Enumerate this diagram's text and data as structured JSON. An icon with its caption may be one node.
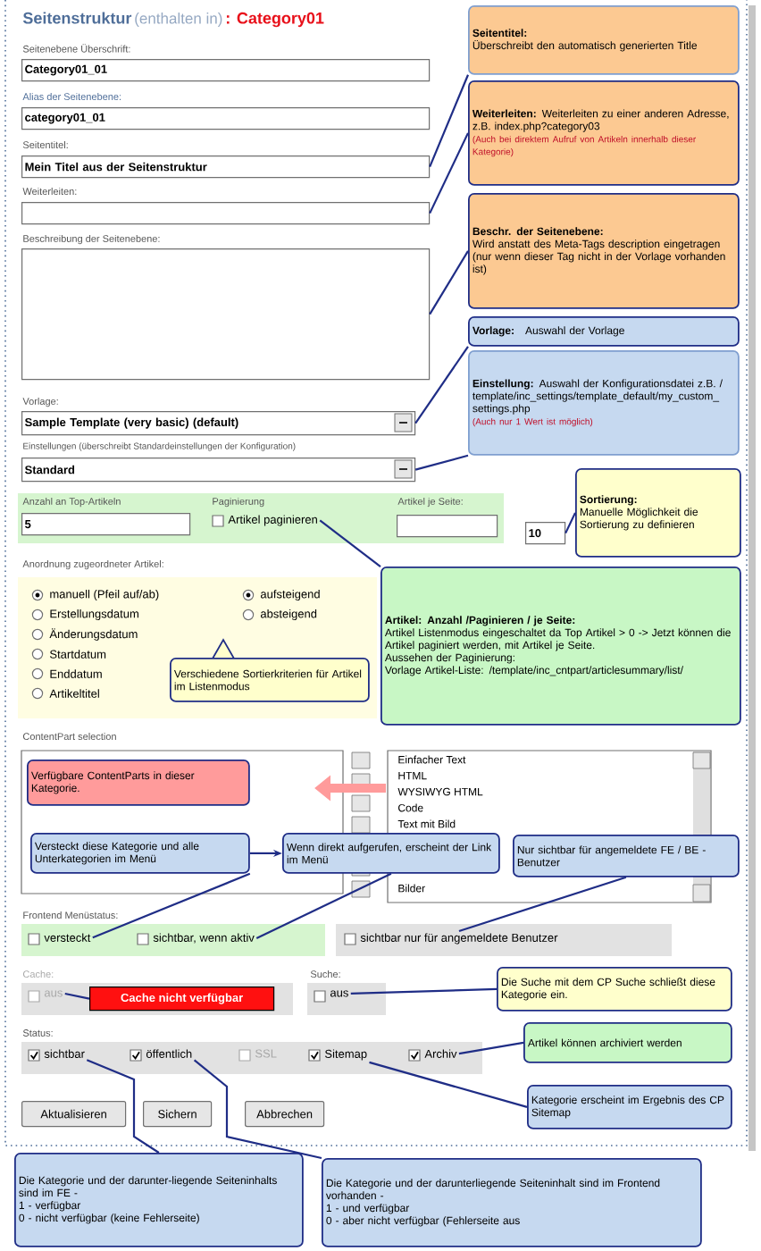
{
  "diagram": {
    "nodes": [
      {
        "text": [
          "Seitentitel:",
          "Überschreibt den automatisch generierten Title"
        ]
      },
      {
        "text": [
          "Category01_01"
        ]
      },
      {
        "text": [
          "Weiterleiten:",
          "Weiterleiten zu einer anderen Adresse, z.B. index.php?category03",
          "(Auch bei direktem Aufruf von Artikeln innerhalb dieser Kategorie)"
        ]
      },
      {
        "text": [
          "category01_01"
        ]
      },
      {
        "text": [
          "Mein Titel aus der Seitenstruktur"
        ]
      },
      {
        "text": [],
        "shape": "box"
      },
      {
        "text": [
          "Beschr. der Seitenebene:",
          "Wird anstatt des Meta-Tags description eingetragen (nur wenn dieser Tag nicht in der Vorlage vorhanden ist)"
        ]
      },
      {
        "text": [],
        "shape": "box"
      },
      {
        "text": [
          "Vorlage:",
          "Auswahl der Vorlage"
        ]
      },
      {
        "text": [
          "Einstellung:",
          "Auswahl der Konfigurationsdatei z.B. /template/inc_settings/template_default/my_custom_settings.php",
          "(Auch nur 1 Wert ist möglich)"
        ]
      },
      {
        "text": [
          "Sample Template (very basic) (default)"
        ]
      },
      {
        "text": [
          "Standard"
        ]
      },
      {
        "text": [
          "Sortierung:",
          "Manuelle Möglichkeit die Sortierung zu definieren"
        ]
      },
      {
        "text": [
          "5"
        ]
      },
      {
        "text": [
          "Artikel paginieren"
        ]
      },
      {
        "text": [],
        "shape": "box"
      },
      {
        "text": [
          "10"
        ]
      },
      {
        "text": [
          "Artikel: Anzahl /Paginieren / je Seite:",
          "Artikel Listenmodus eingeschaltet da Top Artikel > 0 -> Jetzt können die Artikel paginiert werden, mit Artikel je Seite.",
          "Aussehen der Paginierung:",
          "Vorlage Artikel-Liste: /template/inc_cntpart/articlesummary/list/"
        ]
      },
      {
        "text": [
          "Verschiedene Sortierkriterien für Artikel im Listenmodus"
        ]
      },
      {
        "text": [
          "Verfügbare ContentParts in dieser Kategorie."
        ]
      },
      {
        "text": [
          "Versteckt diese Kategorie und alle Unterkategorien im Menü"
        ]
      },
      {
        "text": [
          "Wenn direkt aufgerufen, erscheint der Link im Menü"
        ]
      },
      {
        "text": [
          "Nur sichtbar für angemeldete FE / BE -Benutzer"
        ]
      },
      {
        "text": [
          "versteckt"
        ]
      },
      {
        "text": [
          "sichtbar, wenn aktiv"
        ]
      },
      {
        "text": [
          "sichtbar nur für angemeldete Benutzer"
        ]
      },
      {
        "text": [
          "aus"
        ]
      },
      {
        "text": [
          "Cache nicht verfügbar"
        ]
      },
      {
        "text": [
          "aus"
        ]
      },
      {
        "text": [
          "Die Suche mit dem CP Suche schließt diese Kategorie ein."
        ]
      },
      {
        "text": [
          "Artikel können archiviert werden"
        ]
      },
      {
        "text": [
          "sichtbar"
        ]
      },
      {
        "text": [
          "öffentlich"
        ]
      },
      {
        "text": [
          "SSL"
        ]
      },
      {
        "text": [
          "Sitemap"
        ]
      },
      {
        "text": [
          "Archiv"
        ]
      },
      {
        "text": [
          "Kategorie erscheint im Ergebnis des CP Sitemap"
        ]
      },
      {
        "text": [
          "Aktualisieren"
        ]
      },
      {
        "text": [
          "Sichern"
        ]
      },
      {
        "text": [
          "Abbrechen"
        ]
      },
      {
        "text": [
          "Die Kategorie und der darunter-liegende Seiteninhalts sind im FE -",
          "1 - verfügbar",
          "0 - nicht verfügbar (keine Fehlerseite)"
        ]
      },
      {
        "text": [
          "Die Kategorie und der darunterliegende Seiteninhalt sind im Frontend vorhanden -",
          "1 - und verfügbar",
          "0 - aber nicht verfügbar (Fehlerseite aus"
        ]
      }
    ],
    "edges": [
      {
        "from": 0,
        "to": 4,
        "arrow": "none"
      },
      {
        "from": 2,
        "to": 5,
        "arrow": "none"
      },
      {
        "from": 6,
        "to": 7,
        "arrow": "none"
      },
      {
        "from": 8,
        "to": 10,
        "arrow": "none"
      },
      {
        "from": 9,
        "to": 11,
        "arrow": "none"
      },
      {
        "from": 12,
        "to": 16,
        "arrow": "none"
      },
      {
        "from": 17,
        "to": 14,
        "arrow": "none"
      },
      {
        "from": 20,
        "to": 21,
        "arrow": "to"
      },
      {
        "from": 20,
        "to": 23,
        "arrow": "none"
      },
      {
        "from": 21,
        "to": 24,
        "arrow": "none"
      },
      {
        "from": 22,
        "to": 25,
        "arrow": "none"
      },
      {
        "from": 27,
        "to": 26,
        "arrow": "none"
      },
      {
        "from": 29,
        "to": 28,
        "arrow": "none"
      },
      {
        "from": 30,
        "to": 35,
        "arrow": "none"
      },
      {
        "from": 36,
        "to": 34,
        "arrow": "none"
      },
      {
        "from": 40,
        "to": 31,
        "arrow": "none"
      },
      {
        "from": 41,
        "to": 32,
        "arrow": "none"
      }
    ],
    "labels": [
      "Seitenstruktur",
      "(enthalten in)",
      ": Category01",
      "Seitenebene Überschrift:",
      "Alias der Seitenebene:",
      "Seitentitel:",
      "Weiterleiten:",
      "Beschreibung der Seitenebene:",
      "Vorlage:",
      "Einstellungen (überschreibt Standardeinstellungen der Konfiguration)",
      "Anzahl an Top-Artikeln",
      "Paginierung",
      "Artikel je Seite:",
      "Anordnung zugeordneter Artikel:",
      "manuell (Pfeil auf/ab)",
      "aufsteigend",
      "Erstellungsdatum",
      "absteigend",
      "Änderungsdatum",
      "Startdatum",
      "Enddatum",
      "Artikeltitel",
      "ContentPart selection",
      "Einfacher Text",
      "HTML",
      "WYSIWYG HTML",
      "Code",
      "Text mit Bild",
      "Bilder",
      "Frontend Menüstatus:",
      "Cache:",
      "Suche:",
      "Status:"
    ]
  }
}
